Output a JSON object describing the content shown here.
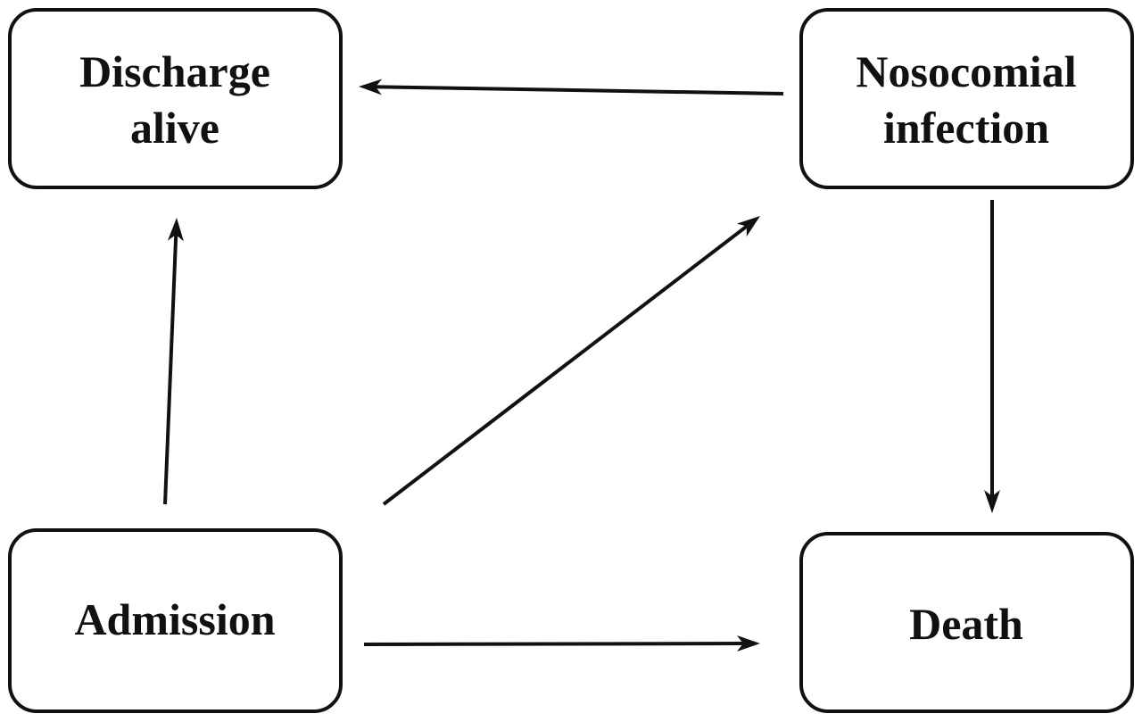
{
  "diagram": {
    "nodes": {
      "discharge": {
        "line1": "Discharge",
        "line2": "alive"
      },
      "infection": {
        "line1": "Nosocomial",
        "line2": "infection"
      },
      "admission": {
        "label": "Admission"
      },
      "death": {
        "label": "Death"
      }
    },
    "edges": [
      {
        "from": "Admission",
        "to": "Discharge alive"
      },
      {
        "from": "Admission",
        "to": "Nosocomial infection"
      },
      {
        "from": "Admission",
        "to": "Death"
      },
      {
        "from": "Nosocomial infection",
        "to": "Discharge alive"
      },
      {
        "from": "Nosocomial infection",
        "to": "Death"
      }
    ]
  }
}
